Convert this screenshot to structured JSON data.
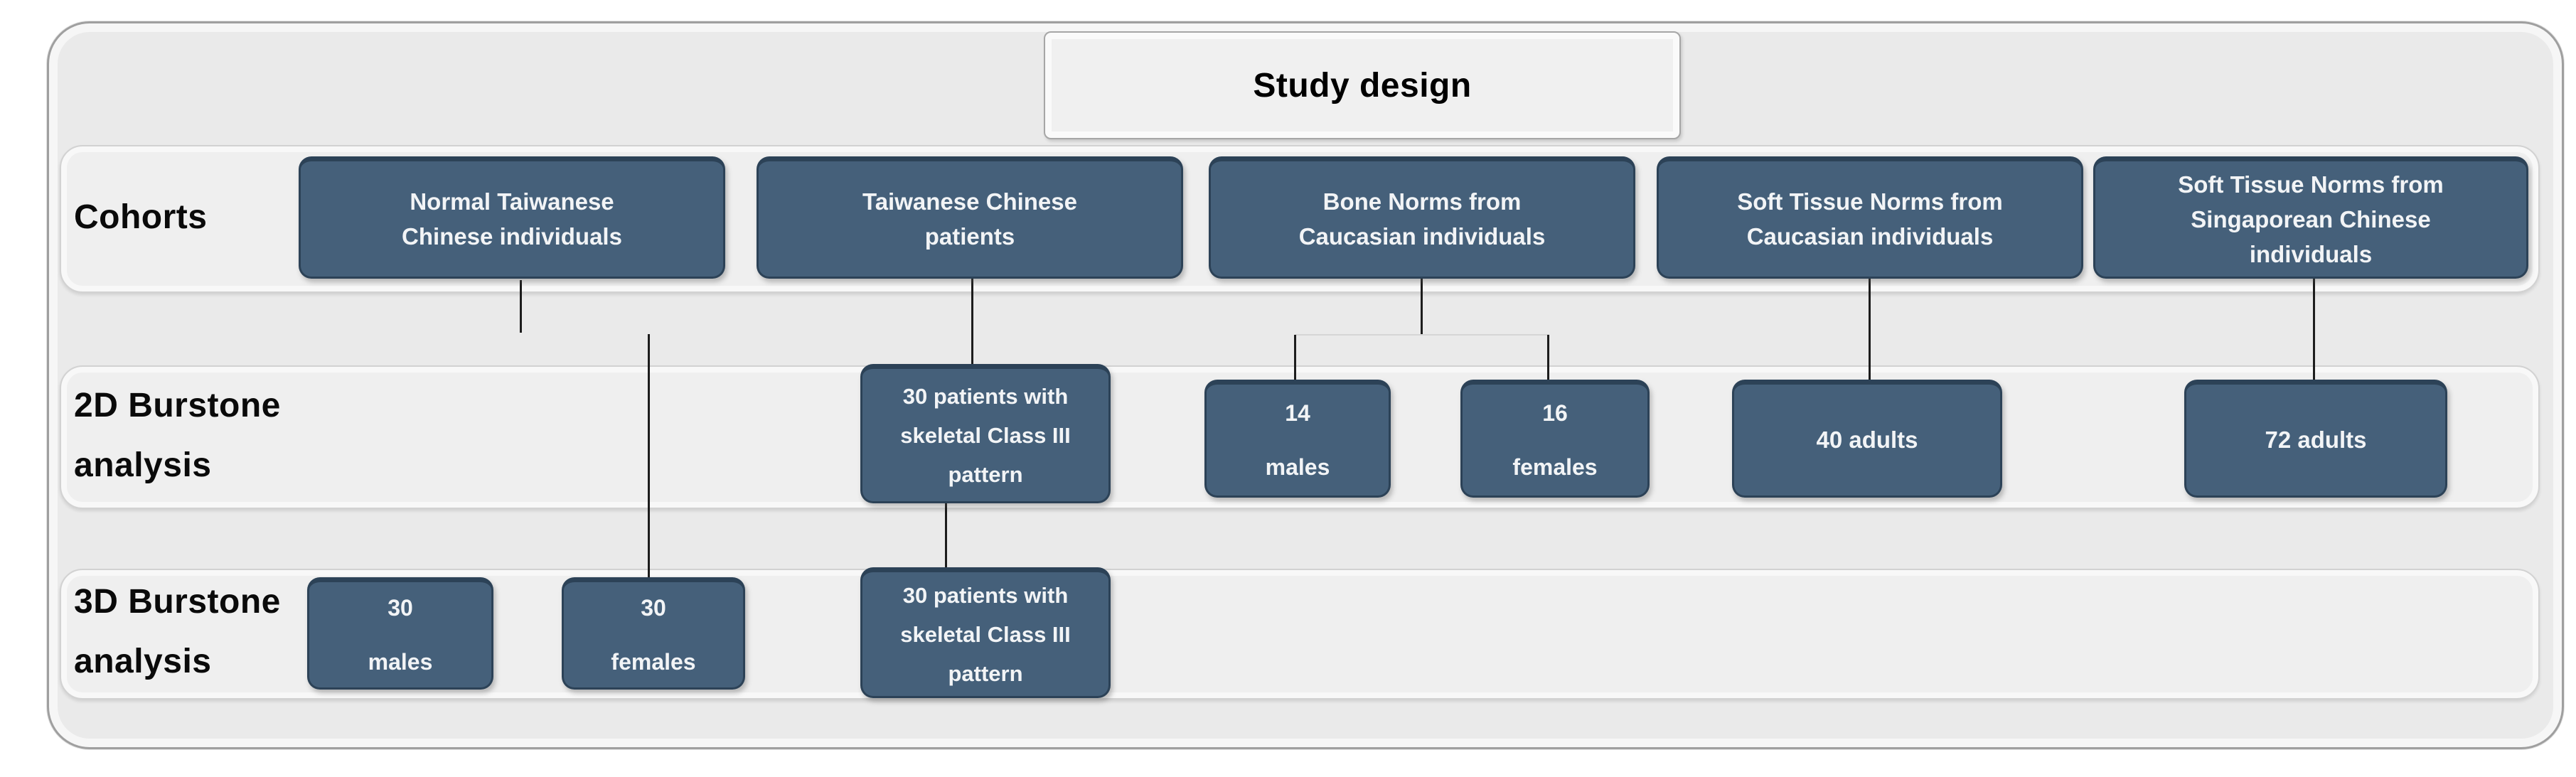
{
  "figure_title": "Study design",
  "colors": {
    "box_fill": "#45607a",
    "box_border": "#2c4257",
    "box_text": "#f2f4f6",
    "panel_bg": "#efefef",
    "frame_bg": "#eaeaea",
    "connector": "#1d1d1d"
  },
  "row_labels": {
    "cohorts": [
      "Cohorts"
    ],
    "analysis_2d": [
      "2D Burstone",
      "analysis"
    ],
    "analysis_3d": [
      "3D Burstone",
      "analysis"
    ]
  },
  "cohorts": [
    {
      "lines": [
        "Normal Taiwanese",
        "Chinese individuals"
      ]
    },
    {
      "lines": [
        "Taiwanese Chinese",
        "patients"
      ]
    },
    {
      "lines": [
        "Bone Norms from",
        "Caucasian individuals"
      ]
    },
    {
      "lines": [
        "Soft Tissue Norms from",
        "Caucasian individuals"
      ]
    },
    {
      "lines": [
        "Soft Tissue Norms from",
        "Singaporean Chinese",
        "individuals"
      ]
    }
  ],
  "burstone_2d": [
    {
      "lines": [
        "30 patients with",
        "skeletal Class III",
        "pattern"
      ]
    },
    {
      "lines": [
        "14",
        "males"
      ]
    },
    {
      "lines": [
        "16",
        "females"
      ]
    },
    {
      "lines": [
        "40 adults"
      ]
    },
    {
      "lines": [
        "72 adults"
      ]
    }
  ],
  "burstone_3d": [
    {
      "lines": [
        "30",
        "males"
      ]
    },
    {
      "lines": [
        "30",
        "females"
      ]
    },
    {
      "lines": [
        "30 patients with",
        "skeletal Class III",
        "pattern"
      ]
    }
  ]
}
